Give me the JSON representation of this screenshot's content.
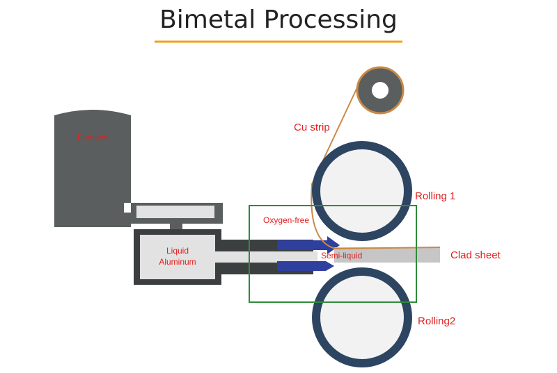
{
  "title": "Bimetal Processing",
  "labels": {
    "furnace": "Furnace",
    "liquid_line1": "Liquid",
    "liquid_line2": "Aluminum",
    "cu_strip": "Cu strip",
    "rolling1": "Rolling 1",
    "rolling2": "Rolling2",
    "oxygen_free": "Oxygen-free",
    "semi_liquid": "Semi-liquid",
    "clad_sheet": "Clad sheet"
  },
  "colors": {
    "accent_underline": "#f0a21a",
    "label_red": "#e02020",
    "furnace_gray": "#5a5e5e",
    "roller_ring": "#2d4561",
    "roller_fill": "#f2f2f2",
    "cu_strip": "#c98a45",
    "zone_green": "#2e8b3a",
    "flow_blue": "#2e3f9e",
    "sheet_gray": "#c6c6c6"
  }
}
